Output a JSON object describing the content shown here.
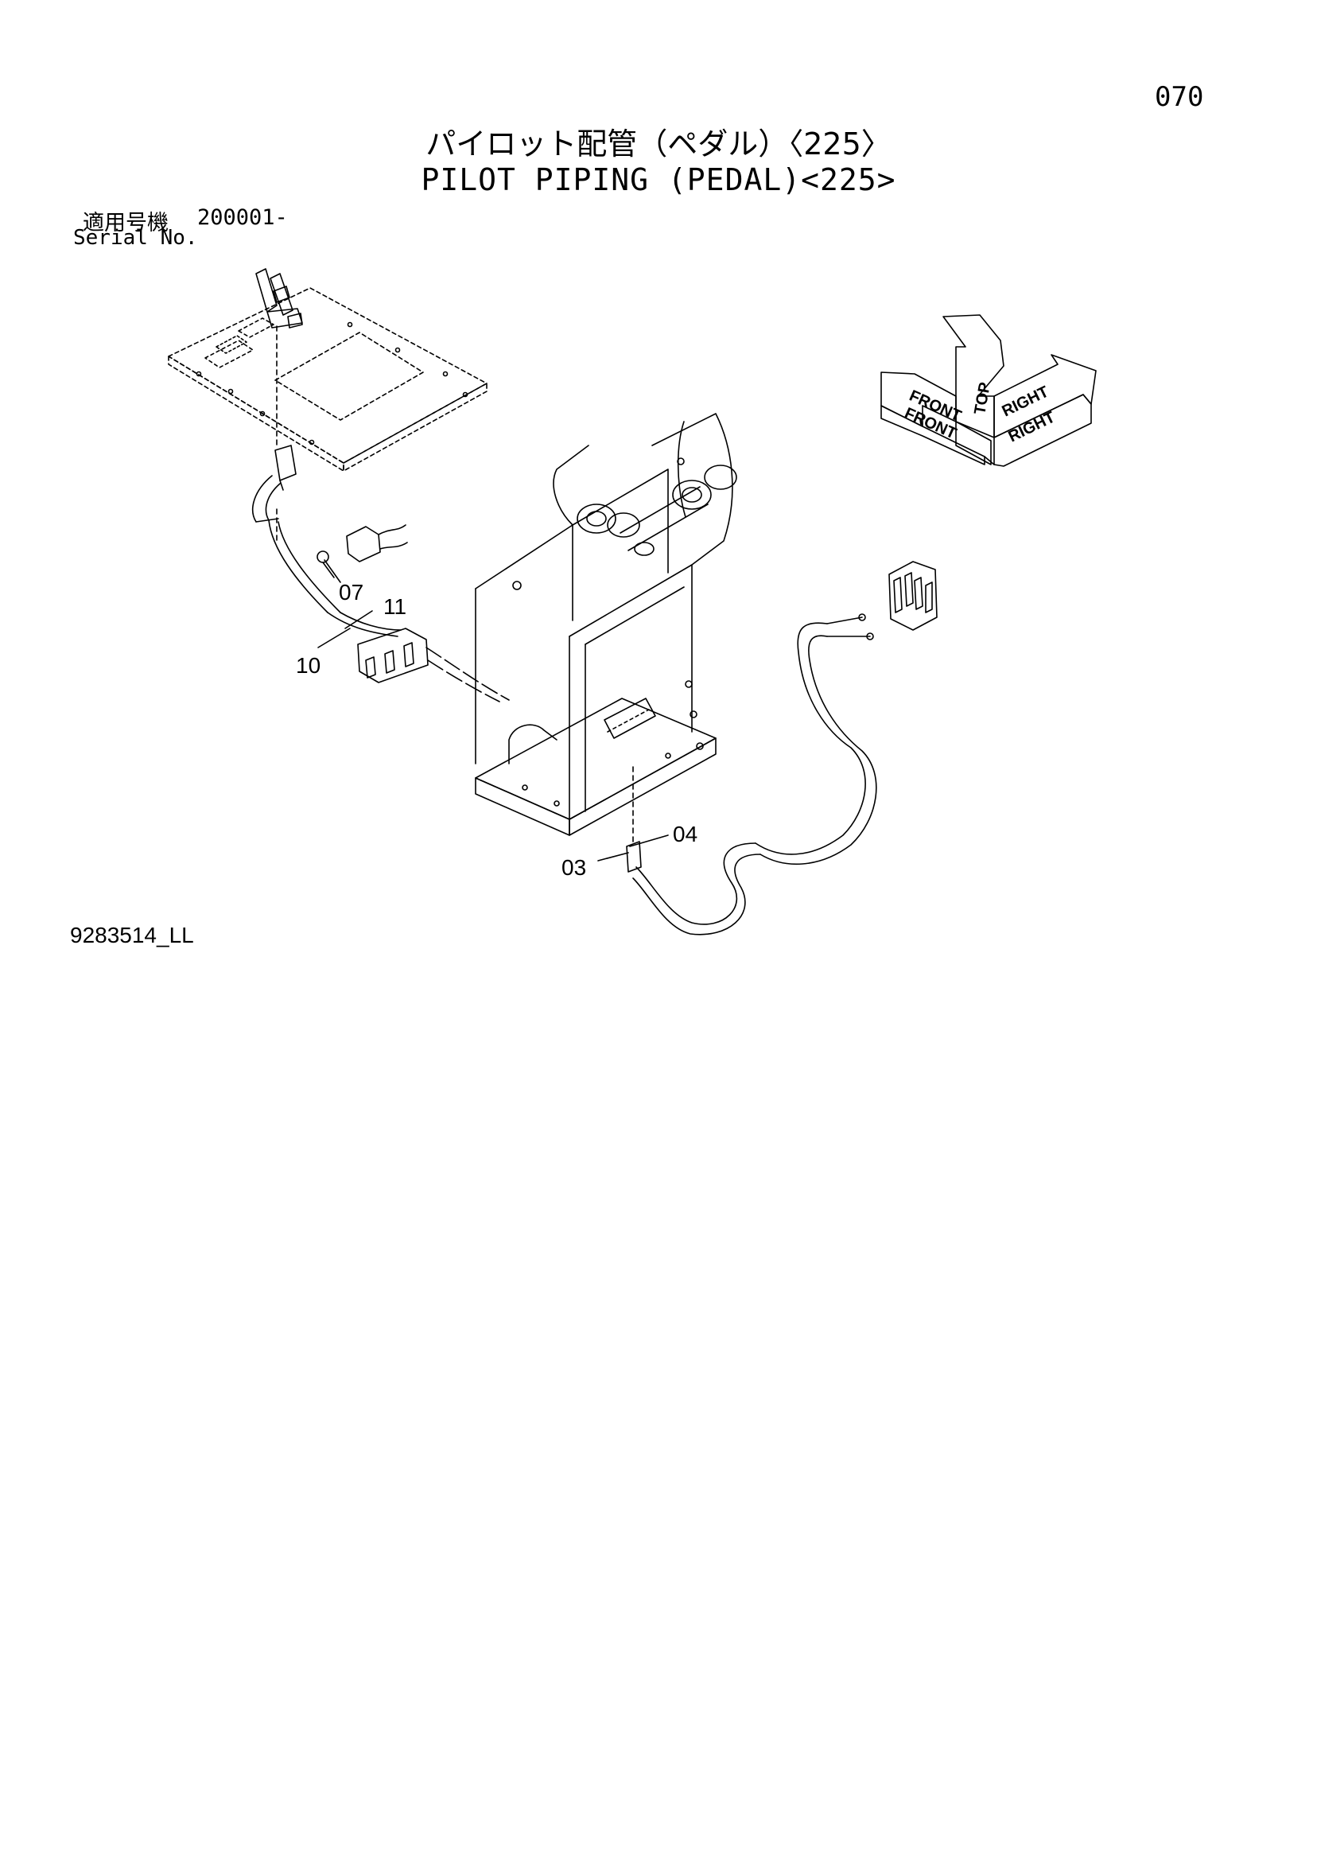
{
  "header": {
    "page_number": "070",
    "title_jp": "パイロット配管（ペダル）〈225〉",
    "title_en": "PILOT PIPING (PEDAL)<225>",
    "serial_label_jp": "適用号機",
    "serial_value": "200001-",
    "serial_label_en": "Serial No."
  },
  "callouts": {
    "c07": "07",
    "c11": "11",
    "c10": "10",
    "c04": "04",
    "c03": "03"
  },
  "direction_indicator": {
    "top": "TOP",
    "front_outer": "FRONT",
    "front_inner": "FRONT",
    "right_outer": "RIGHT",
    "right_inner": "RIGHT"
  },
  "footer": {
    "diagram_id": "9283514_LL"
  }
}
